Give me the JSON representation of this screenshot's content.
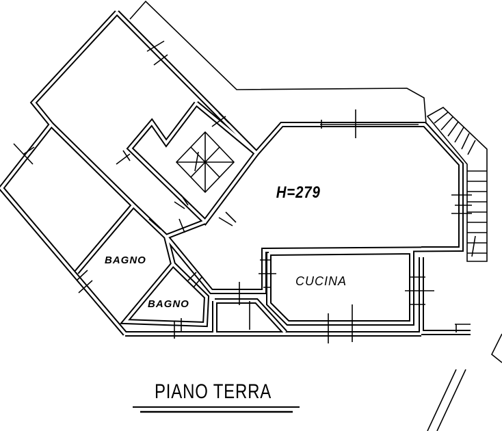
{
  "plan": {
    "title": "PIANO TERRA",
    "rooms": {
      "living_height": "H=279",
      "kitchen": "CUCINA",
      "bathroom_1": "BAGNO",
      "bathroom_2": "BAGNO"
    }
  }
}
